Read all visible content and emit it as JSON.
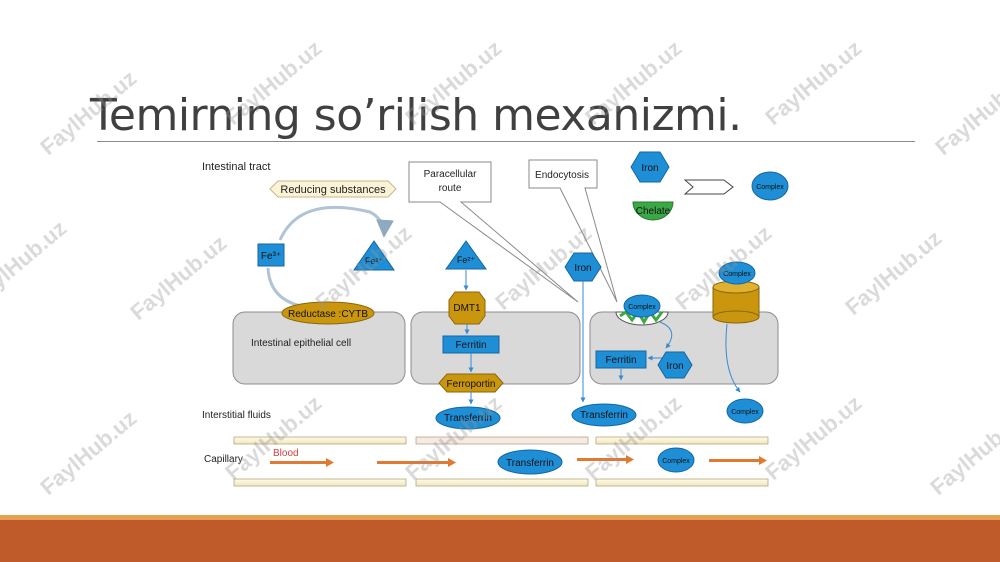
{
  "slide": {
    "title": "Temirning so’rilish mexanizmi."
  },
  "watermark": {
    "text": "FaylHub.uz"
  },
  "diagram": {
    "labels": {
      "intestinal_tract": "Intestinal tract",
      "reducing_substances": "Reducing substances",
      "fe3": "Fe³⁺",
      "fe2_left": "Fe²⁺",
      "fe2_mid": "Fe²⁺",
      "reductase": "Reductase :CYTB",
      "epithelial_cell": "Intestinal epithelial cell",
      "paracellular_line1": "Paracellular",
      "paracellular_line2": "route",
      "endocytosis": "Endocytosis",
      "iron_top": "Iron",
      "chelate": "Chelate",
      "complex_top": "Complex",
      "dmt1": "DMT1",
      "ferritin_mid": "Ferritin",
      "ferroportin": "Ferroportin",
      "iron_para": "Iron",
      "complex_membrane": "Complex",
      "complex_cylinder": "Complex",
      "ferritin_right": "Ferritin",
      "iron_right": "Iron",
      "interstitial": "Interstitial fluids",
      "transferrin_mid": "Transferrin",
      "transferrin_para": "Transferrin",
      "complex_interstitial": "Complex",
      "capillary": "Capillary",
      "blood": "Blood",
      "transferrin_cap": "Transferrin",
      "complex_cap": "Complex"
    },
    "colors": {
      "blue": "#1e8fd6",
      "gold": "#c9960e",
      "green": "#3aa845",
      "cell_gray": "#d9d9d9",
      "blood_red": "#d84040",
      "arrow_orange": "#e07a30",
      "cream": "#fbf3d6"
    }
  }
}
